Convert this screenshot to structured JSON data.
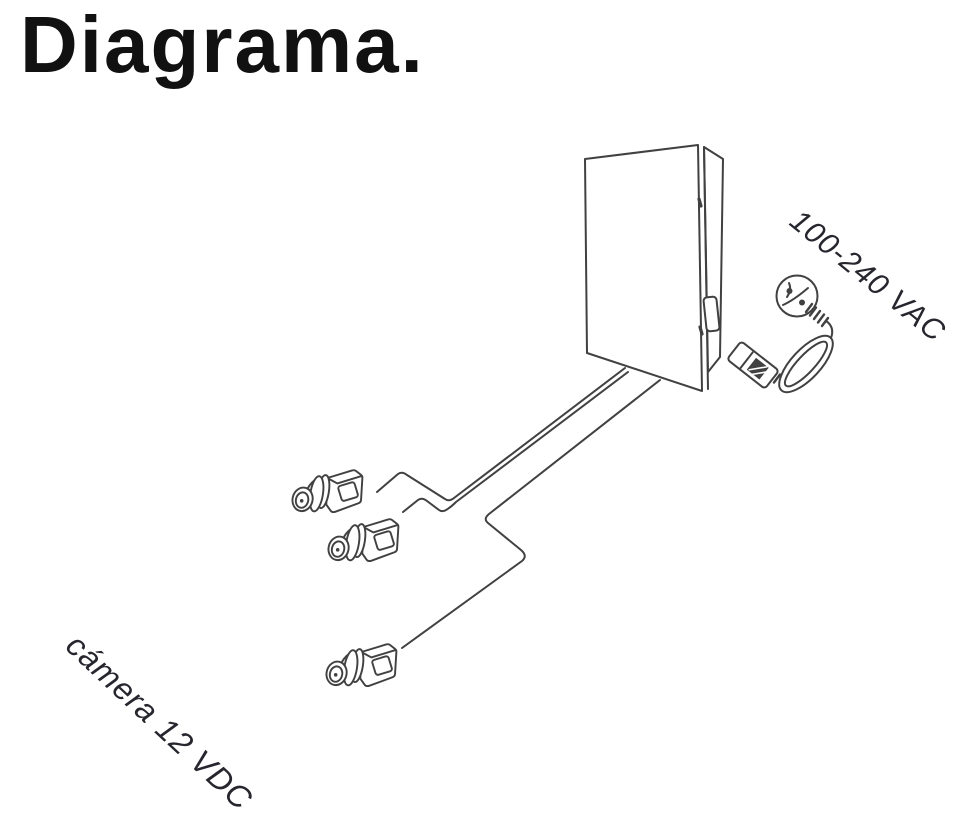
{
  "page": {
    "title": "Diagrama.",
    "background": "#ffffff"
  },
  "diagram": {
    "labels": {
      "ac_input": "100-240 VAC",
      "dc_output": "cámera 12 VDC"
    },
    "components": {
      "enclosure": "power-supply-enclosure",
      "cord": "ac-power-cord-with-plug",
      "camera_count": 3,
      "cable_count": 3
    },
    "colors": {
      "line": "#414141",
      "label_text": "#26262e",
      "title_text": "#111111"
    }
  }
}
